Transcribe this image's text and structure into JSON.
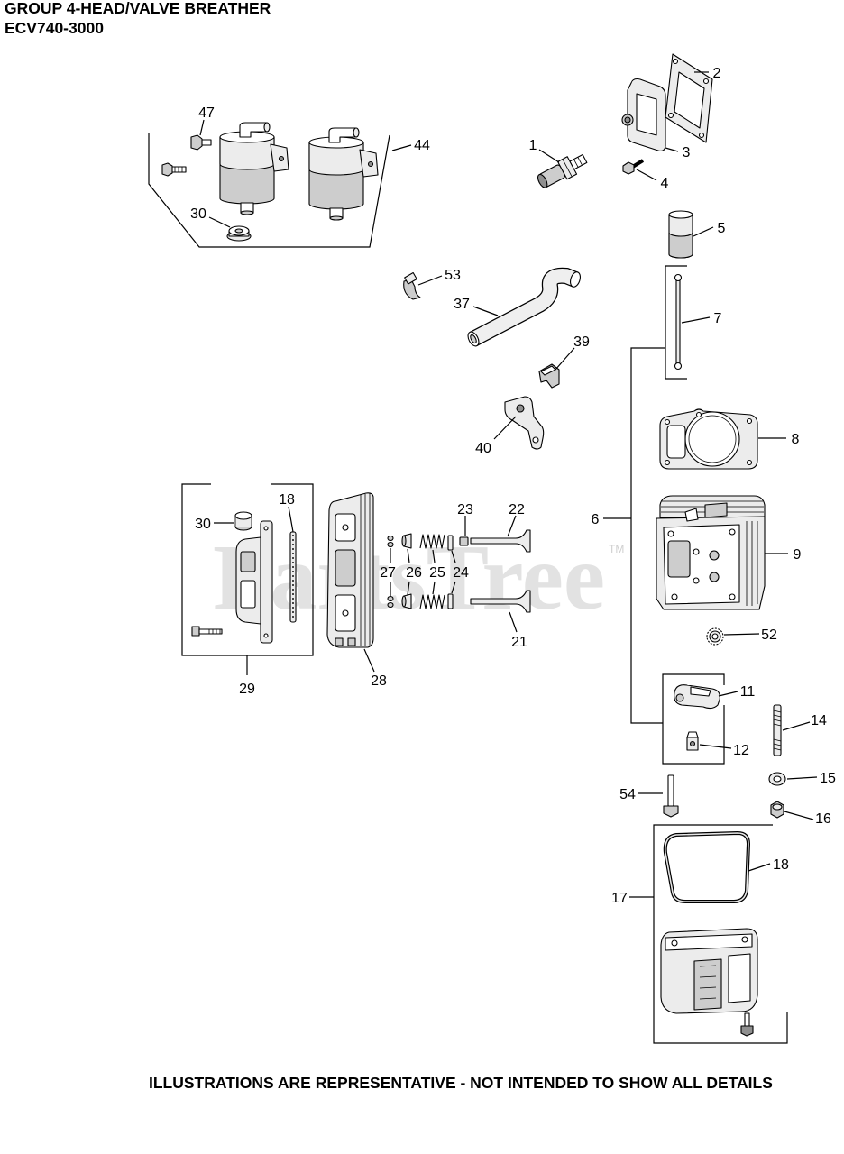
{
  "header": {
    "title": "GROUP 4-HEAD/VALVE BREATHER",
    "model": "ECV740-3000"
  },
  "footer": {
    "note": "ILLUSTRATIONS ARE REPRESENTATIVE - NOT INTENDED TO SHOW ALL DETAILS"
  },
  "watermark": {
    "text": "PartsTree",
    "tm": "TM"
  },
  "callouts": [
    "47",
    "44",
    "30",
    "1",
    "2",
    "3",
    "4",
    "5",
    "7",
    "53",
    "37",
    "39",
    "40",
    "8",
    "6",
    "9",
    "52",
    "11",
    "12",
    "14",
    "15",
    "16",
    "54",
    "18",
    "17",
    "18",
    "30",
    "23",
    "22",
    "27",
    "26",
    "25",
    "24",
    "21",
    "28",
    "29"
  ]
}
